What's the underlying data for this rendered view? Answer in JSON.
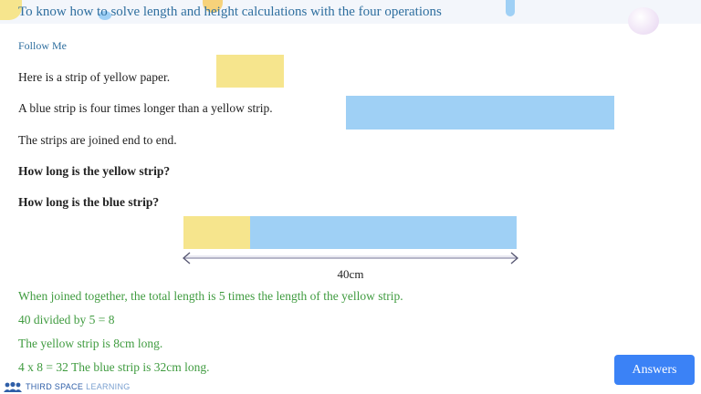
{
  "header": {
    "title": "To know how to solve length and height calculations with the four operations"
  },
  "section": {
    "label": "Follow Me"
  },
  "problem": {
    "line1": "Here is a strip of yellow paper.",
    "line2": "A blue strip is four times longer than a yellow strip.",
    "line3": "The strips are joined end to end.",
    "question1": "How long is the yellow strip?",
    "question2": "How long is the blue strip?"
  },
  "diagram": {
    "total_length_label": "40cm",
    "colors": {
      "yellow": "#f6e58d",
      "blue": "#9fd0f5",
      "arrow": "#8a8aa8"
    }
  },
  "solution": {
    "step1": "When joined together, the total length is 5 times the length of the yellow strip.",
    "step2": "40 divided by 5 = 8",
    "step3": "The yellow strip is 8cm long.",
    "step4": "4 x 8 = 32 The blue strip is 32cm long."
  },
  "buttons": {
    "answers": "Answers"
  },
  "footer": {
    "logo_main": "THIRD SPACE",
    "logo_sub": "LEARNING",
    "logo_icon": "users-icon"
  }
}
